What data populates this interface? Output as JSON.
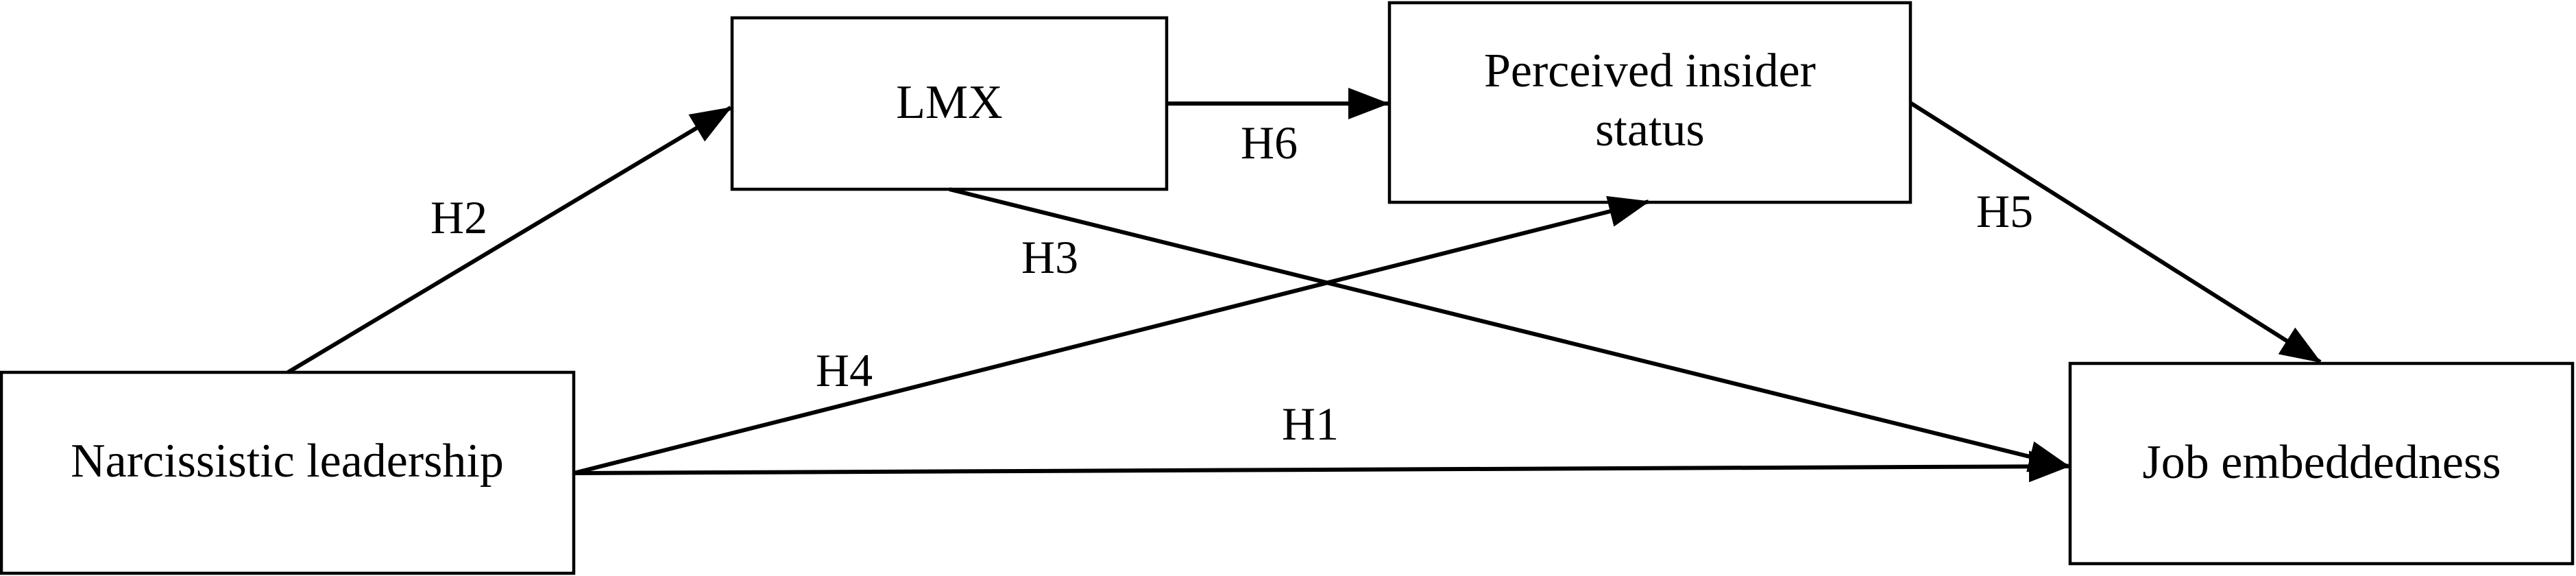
{
  "nodes": {
    "narcissistic_leadership": {
      "label": "Narcissistic leadership"
    },
    "lmx": {
      "label": "LMX"
    },
    "perceived_insider_status": {
      "lines": [
        "Perceived insider",
        "status"
      ]
    },
    "job_embeddedness": {
      "label": "Job embeddedness"
    }
  },
  "hypotheses": {
    "h1": "H1",
    "h2": "H2",
    "h3": "H3",
    "h4": "H4",
    "h5": "H5",
    "h6": "H6"
  },
  "colors": {
    "line": "#000000",
    "box_fill": "#ffffff"
  }
}
